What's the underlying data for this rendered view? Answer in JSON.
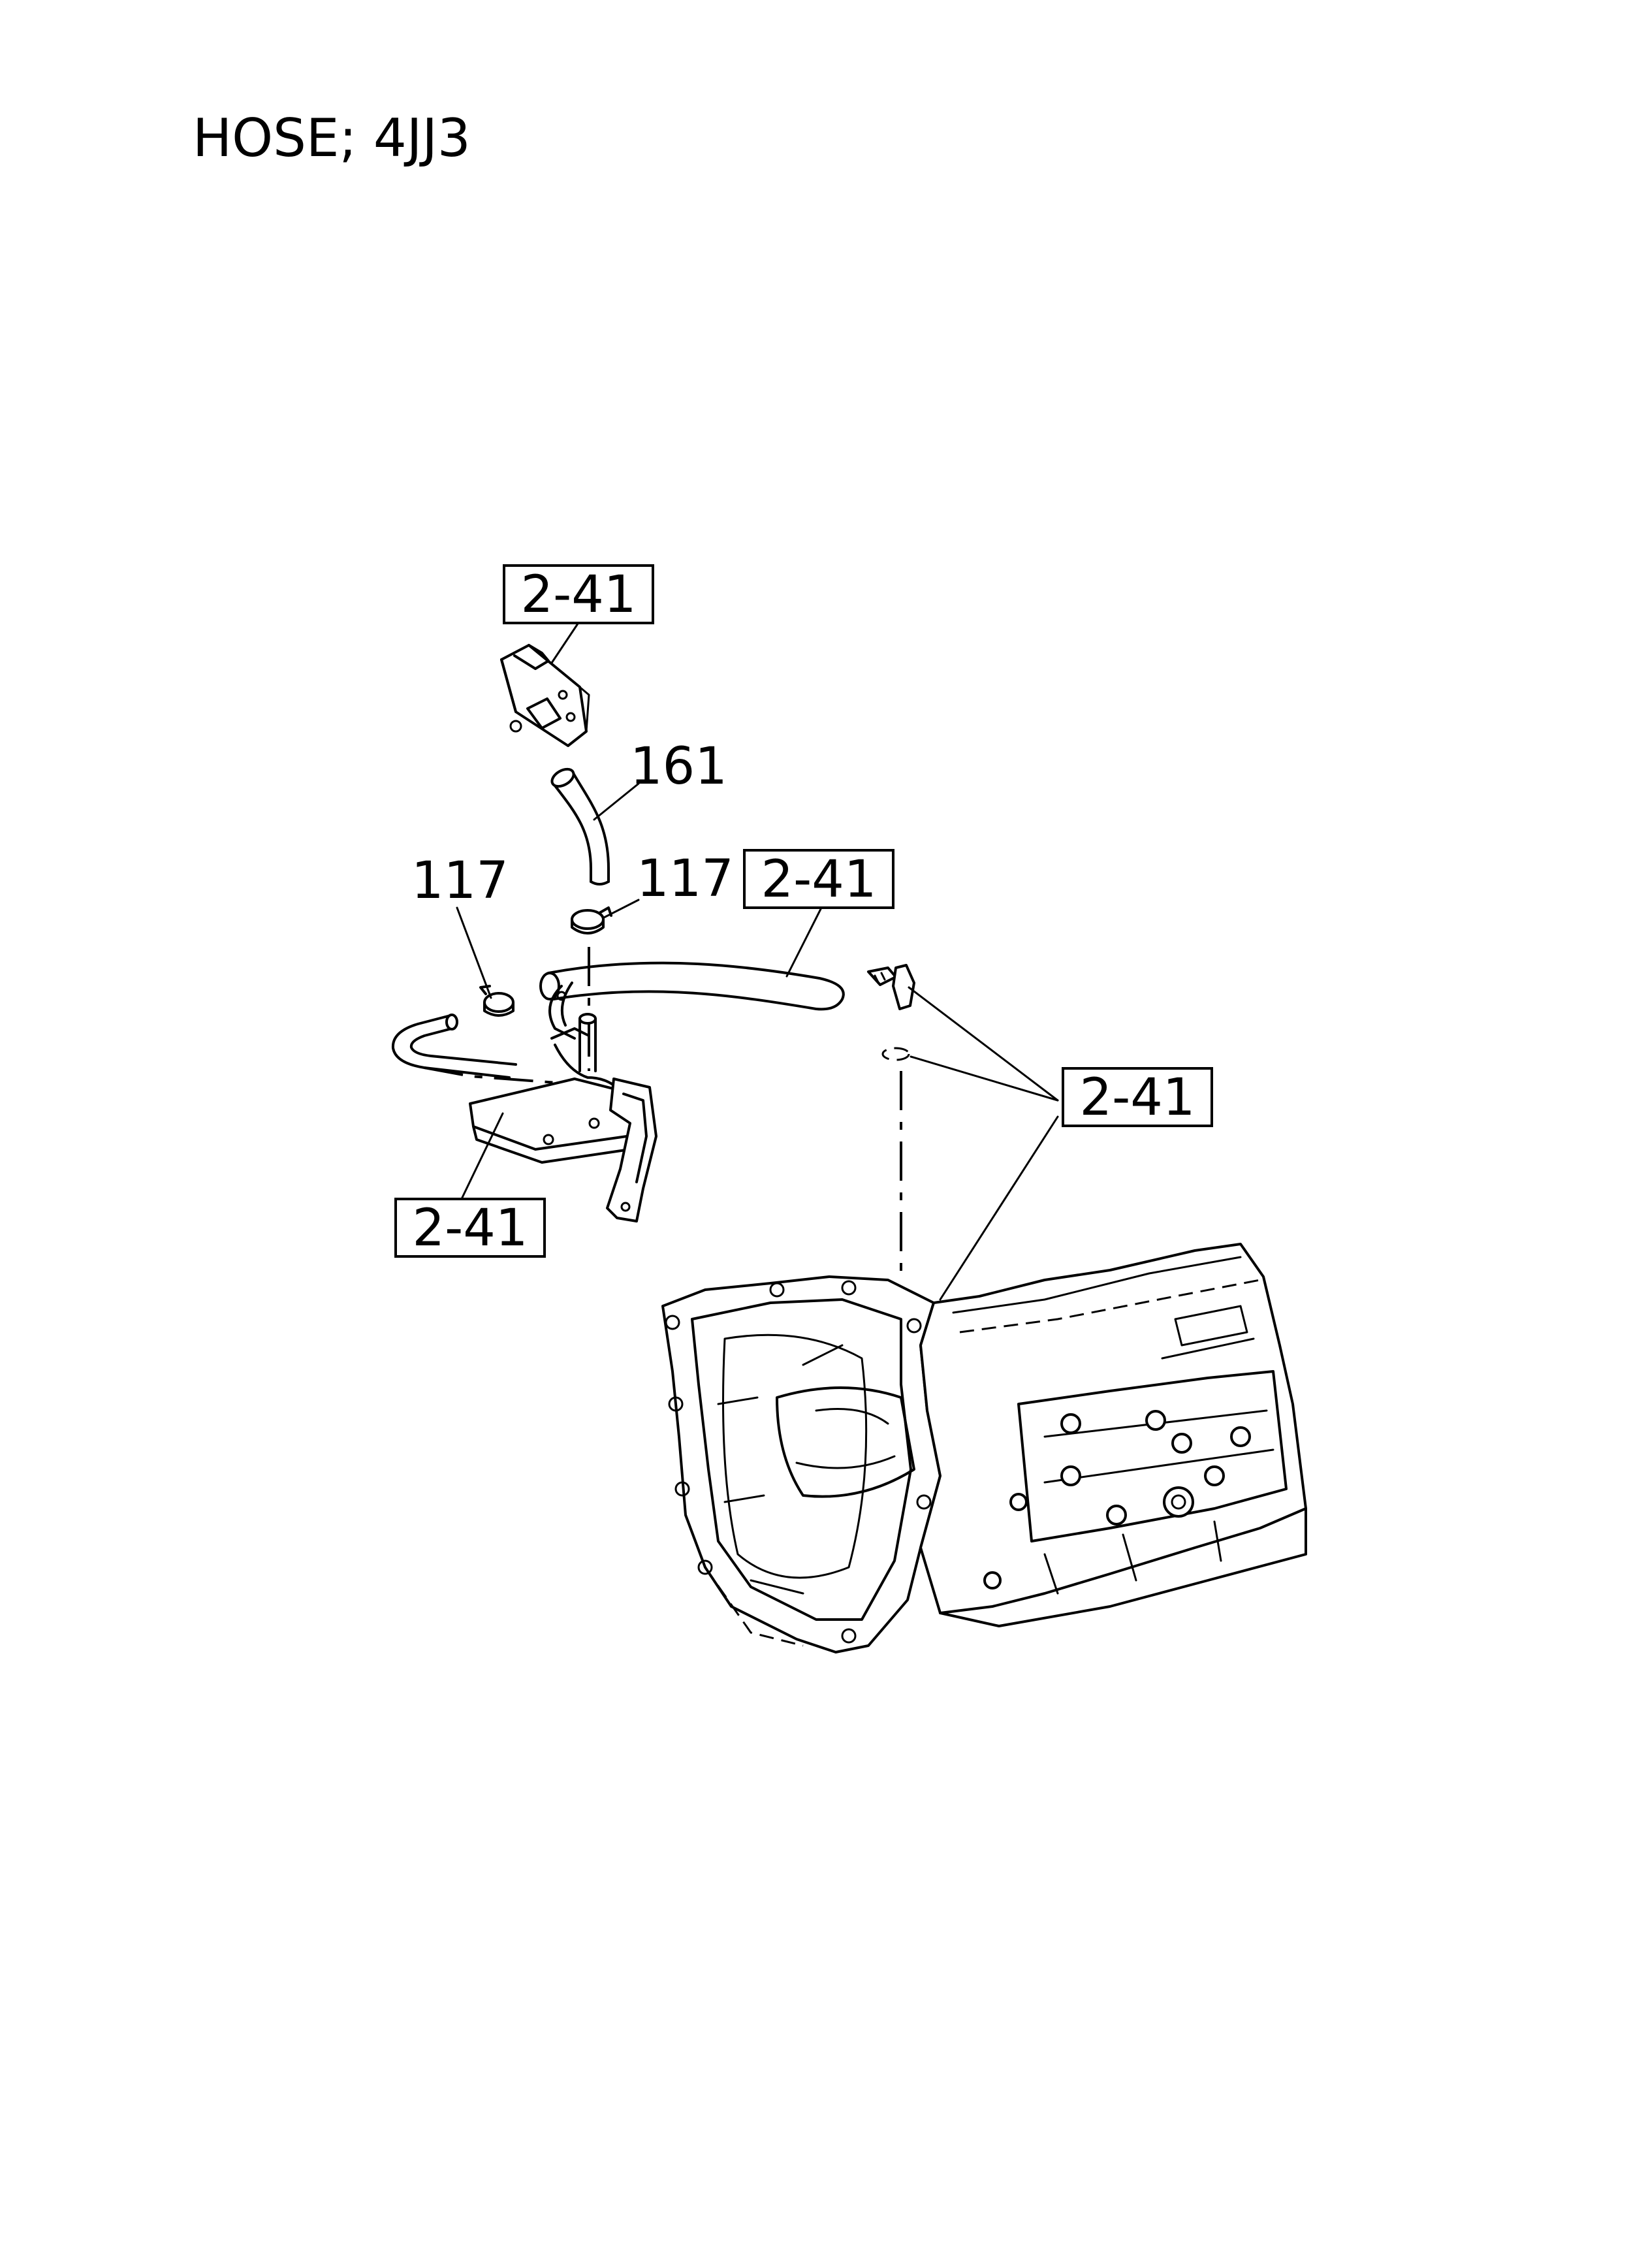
{
  "title": "HOSE; 4JJ3",
  "callouts": {
    "ref_top": "2-41",
    "part_161": "161",
    "part_117_left": "117",
    "part_117_right": "117",
    "ref_hose": "2-41",
    "ref_right": "2-41",
    "ref_bracket": "2-41"
  }
}
